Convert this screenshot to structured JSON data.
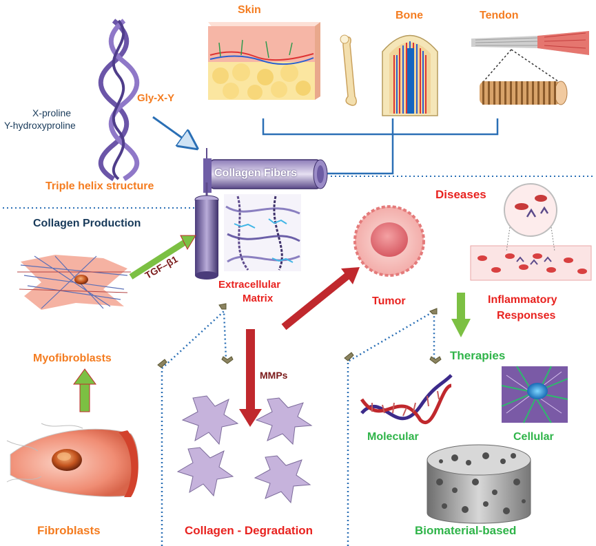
{
  "labels": {
    "skin": "Skin",
    "bone": "Bone",
    "tendon": "Tendon",
    "gly_x_y": "Gly-X-Y",
    "x_proline": "X-proline",
    "y_hydroxyproline": "Y-hydroxyproline",
    "triple_helix": "Triple helix structure",
    "collagen_fibers": "Collagen Fibers",
    "collagen_production": "Collagen Production",
    "tgf_beta1": "TGF–β1",
    "extracellular": "Extracellular",
    "matrix": "Matrix",
    "myofibroblasts": "Myofibroblasts",
    "fibroblasts": "Fibroblasts",
    "mmps": "MMPs",
    "collagen_degradation": "Collagen - Degradation",
    "diseases": "Diseases",
    "tumor": "Tumor",
    "inflammatory": "Inflammatory",
    "responses": "Responses",
    "therapies": "Therapies",
    "molecular": "Molecular",
    "cellular": "Cellular",
    "biomaterial": "Biomaterial-based"
  },
  "colors": {
    "orange_label": "#f47c20",
    "red_label": "#e8221f",
    "green_label": "#2fb449",
    "navy_label": "#183a5a",
    "green_arrow": "#7cc043",
    "red_arrow": "#c0282d",
    "dotted_line": "#2a6fb5",
    "fiber_purple": "#5d4a8c",
    "fragment_purple": "#c6b3dc"
  },
  "icons": [
    "triple-helix-icon",
    "skin-layers-icon",
    "femur-bone-icon",
    "bone-section-icon",
    "tendon-fiber-icon",
    "collagen-fiber-cylinder-icon",
    "fibril-bundle-icon",
    "ecm-network-icon",
    "myofibroblast-cell-icon",
    "fibroblast-cell-icon",
    "tumor-cell-icon",
    "blood-vessel-icon",
    "dna-helix-icon",
    "stem-cell-icon",
    "porous-scaffold-icon",
    "collagen-fragment-icon"
  ]
}
